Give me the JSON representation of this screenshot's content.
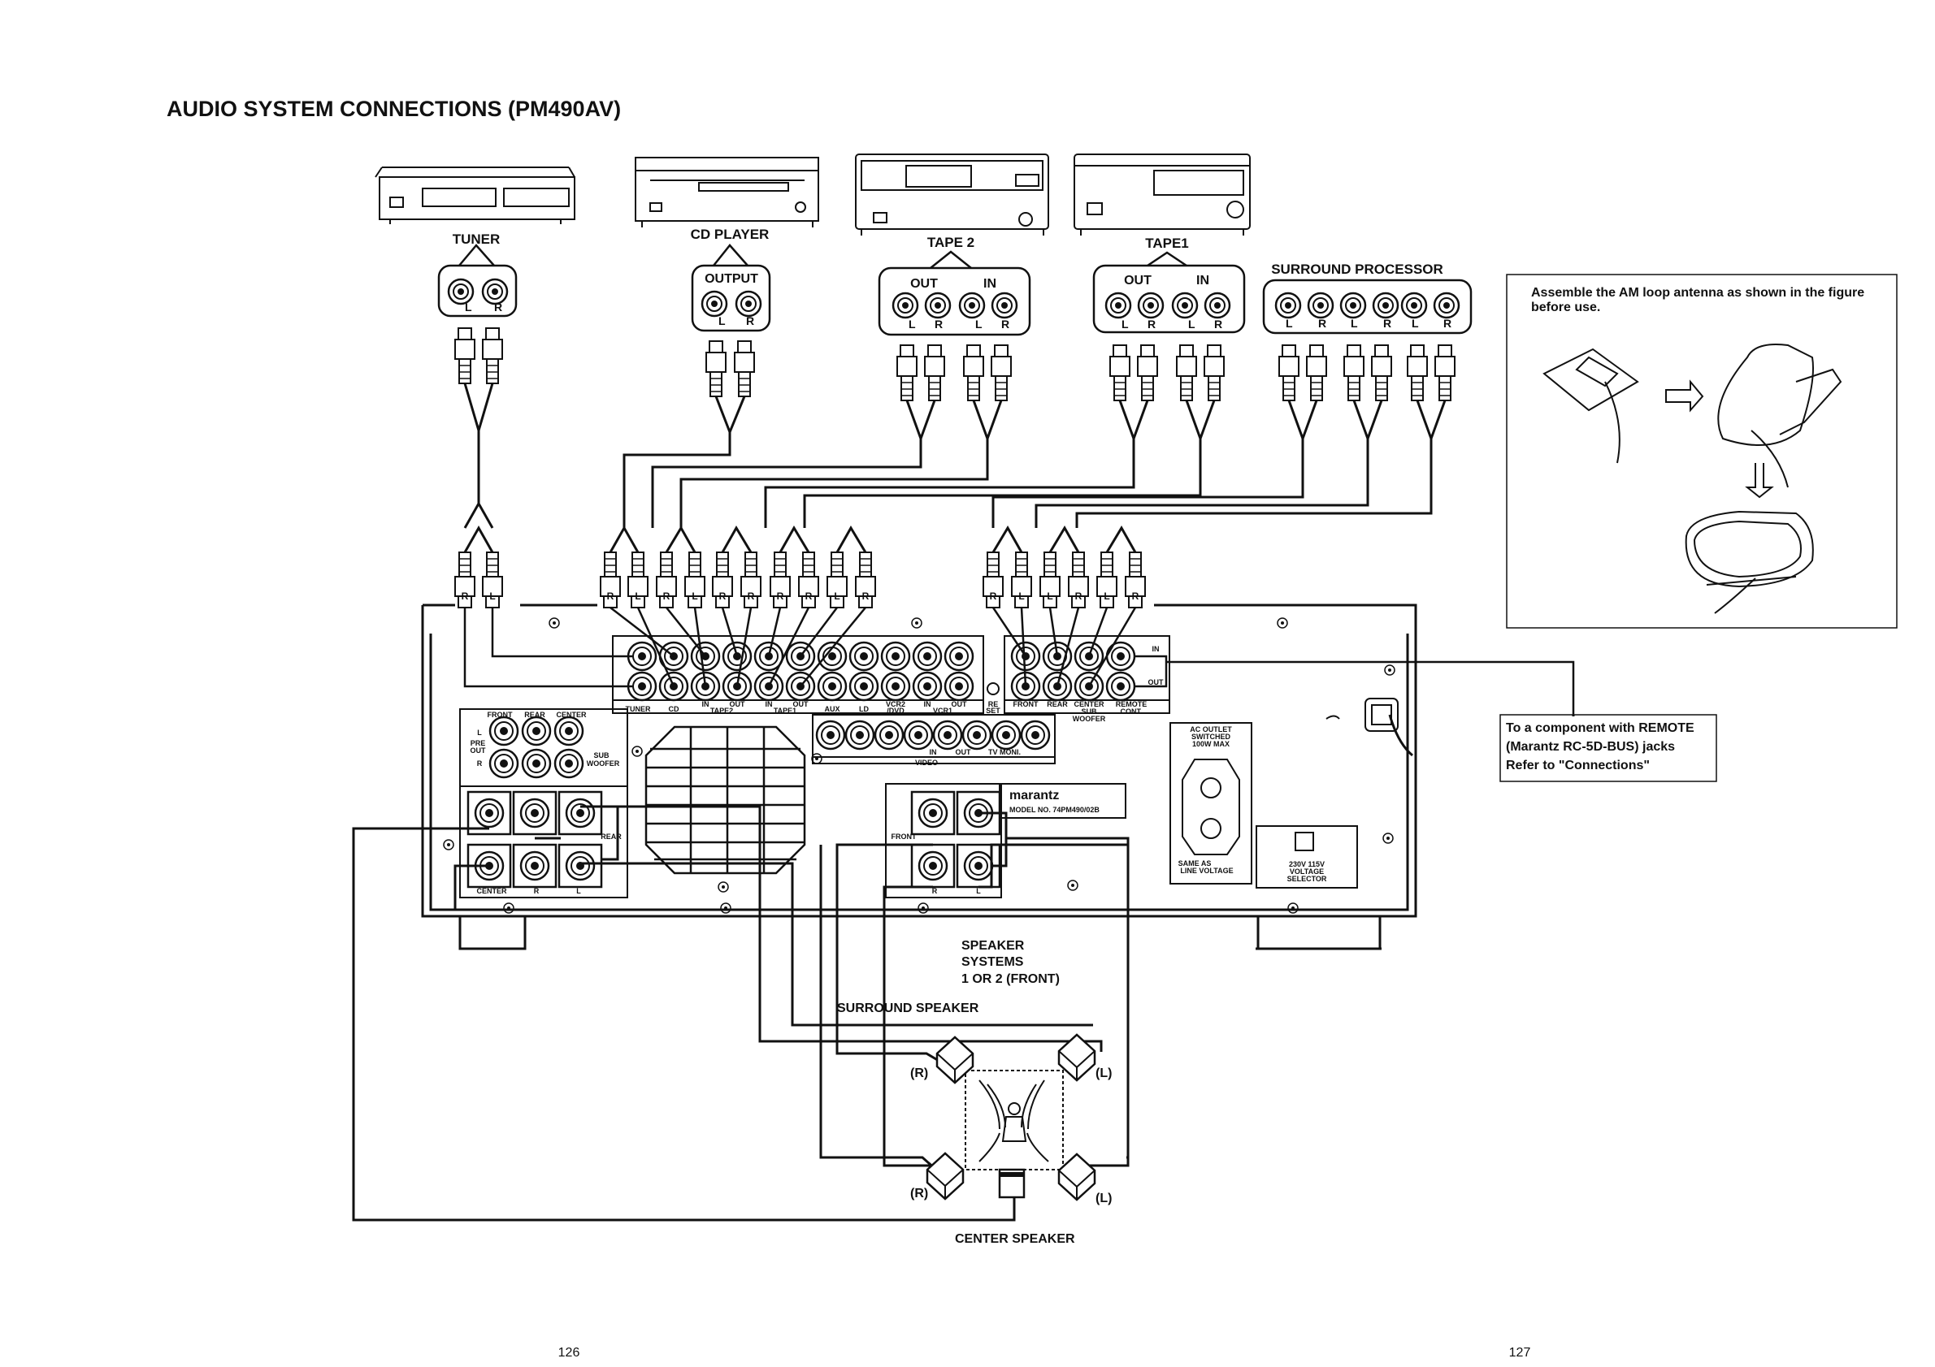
{
  "title": "AUDIO SYSTEM CONNECTIONS (PM490AV)",
  "devices": {
    "tuner": "TUNER",
    "cd": "CD PLAYER",
    "tape2": "TAPE 2",
    "tape1": "TAPE1",
    "surround_processor": "SURROUND PROCESSOR"
  },
  "device_jacks": {
    "output": "OUTPUT",
    "out": "OUT",
    "in": "IN",
    "l": "L",
    "r": "R"
  },
  "plug_labels": {
    "l": "L",
    "r": "R"
  },
  "antenna_note": {
    "line1": "Assemble the AM loop antenna as shown in the figure",
    "line2": "before use."
  },
  "remote_note": {
    "line1": "To a component with REMOTE",
    "line2": "(Marantz RC-5D-BUS) jacks",
    "line3": "Refer to \"Connections\""
  },
  "rear_panel": {
    "brand": "marantz",
    "model": "MODEL NO. 74PM490/02B",
    "audio_inputs": [
      "TUNER",
      "CD",
      "IN",
      "OUT",
      "IN",
      "OUT",
      "AUX",
      "LD",
      "VCR2",
      "IN",
      "OUT",
      "RE"
    ],
    "tape2_group": "TAPE2",
    "tape1_group": "TAPE1",
    "dvd": "/DVD",
    "vcr1": "VCR1",
    "set": "SET",
    "front": "FRONT",
    "rear": "REAR",
    "center": "CENTER",
    "sub": "SUB",
    "woofer": "WOOFER",
    "remote": "REMOTE",
    "cont": "CONT.",
    "in_label": "IN",
    "out_label": "OUT",
    "pre_out_front": "FRONT",
    "pre_out_rear": "REAR",
    "pre_out_center": "CENTER",
    "pre_l": "L",
    "pre": "PRE",
    "out": "OUT",
    "pre_r": "R",
    "sub2": "SUB",
    "woofer2": "WOOFER",
    "spk_rear": "REAR",
    "spk_center": "CENTER",
    "spk_r": "R",
    "spk_l": "L",
    "video": "VIDEO",
    "video_in": "IN",
    "video_out": "OUT",
    "tv_moni": "TV MONI.",
    "front_spk": "FRONT",
    "front_r": "R",
    "front_l": "L",
    "ac_outlet": [
      "AC OUTLET",
      "SWITCHED",
      "100W MAX"
    ],
    "same_as": [
      "SAME AS",
      "LINE VOLTAGE"
    ],
    "voltage": [
      "230V 115V",
      "VOLTAGE",
      "SELECTOR"
    ]
  },
  "speakers": {
    "systems": [
      "SPEAKER",
      "SYSTEMS",
      "1 OR 2  (FRONT)"
    ],
    "surround": "SURROUND SPEAKER",
    "center": "CENTER SPEAKER",
    "r_top": "(R)",
    "l_top": "(L)",
    "r_bottom": "(R)",
    "l_bottom": "(L)"
  },
  "page_numbers": {
    "left": "126",
    "right": "127"
  }
}
